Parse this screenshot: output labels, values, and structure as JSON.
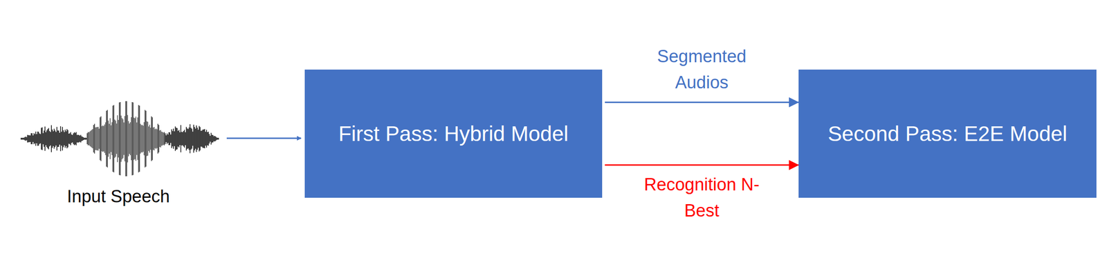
{
  "diagram": {
    "nodes": [
      {
        "text": [
          "First Pass: Hybrid Model"
        ]
      },
      {
        "text": [
          "Second Pass: E2E Model"
        ]
      }
    ],
    "edges": [
      {
        "from": 0,
        "to": 1,
        "label": "Segmented Audios",
        "arrow": "to"
      },
      {
        "from": 0,
        "to": 1,
        "label": "Recognition N-Best",
        "arrow": "to"
      }
    ],
    "labels": [
      "Input Speech"
    ]
  }
}
